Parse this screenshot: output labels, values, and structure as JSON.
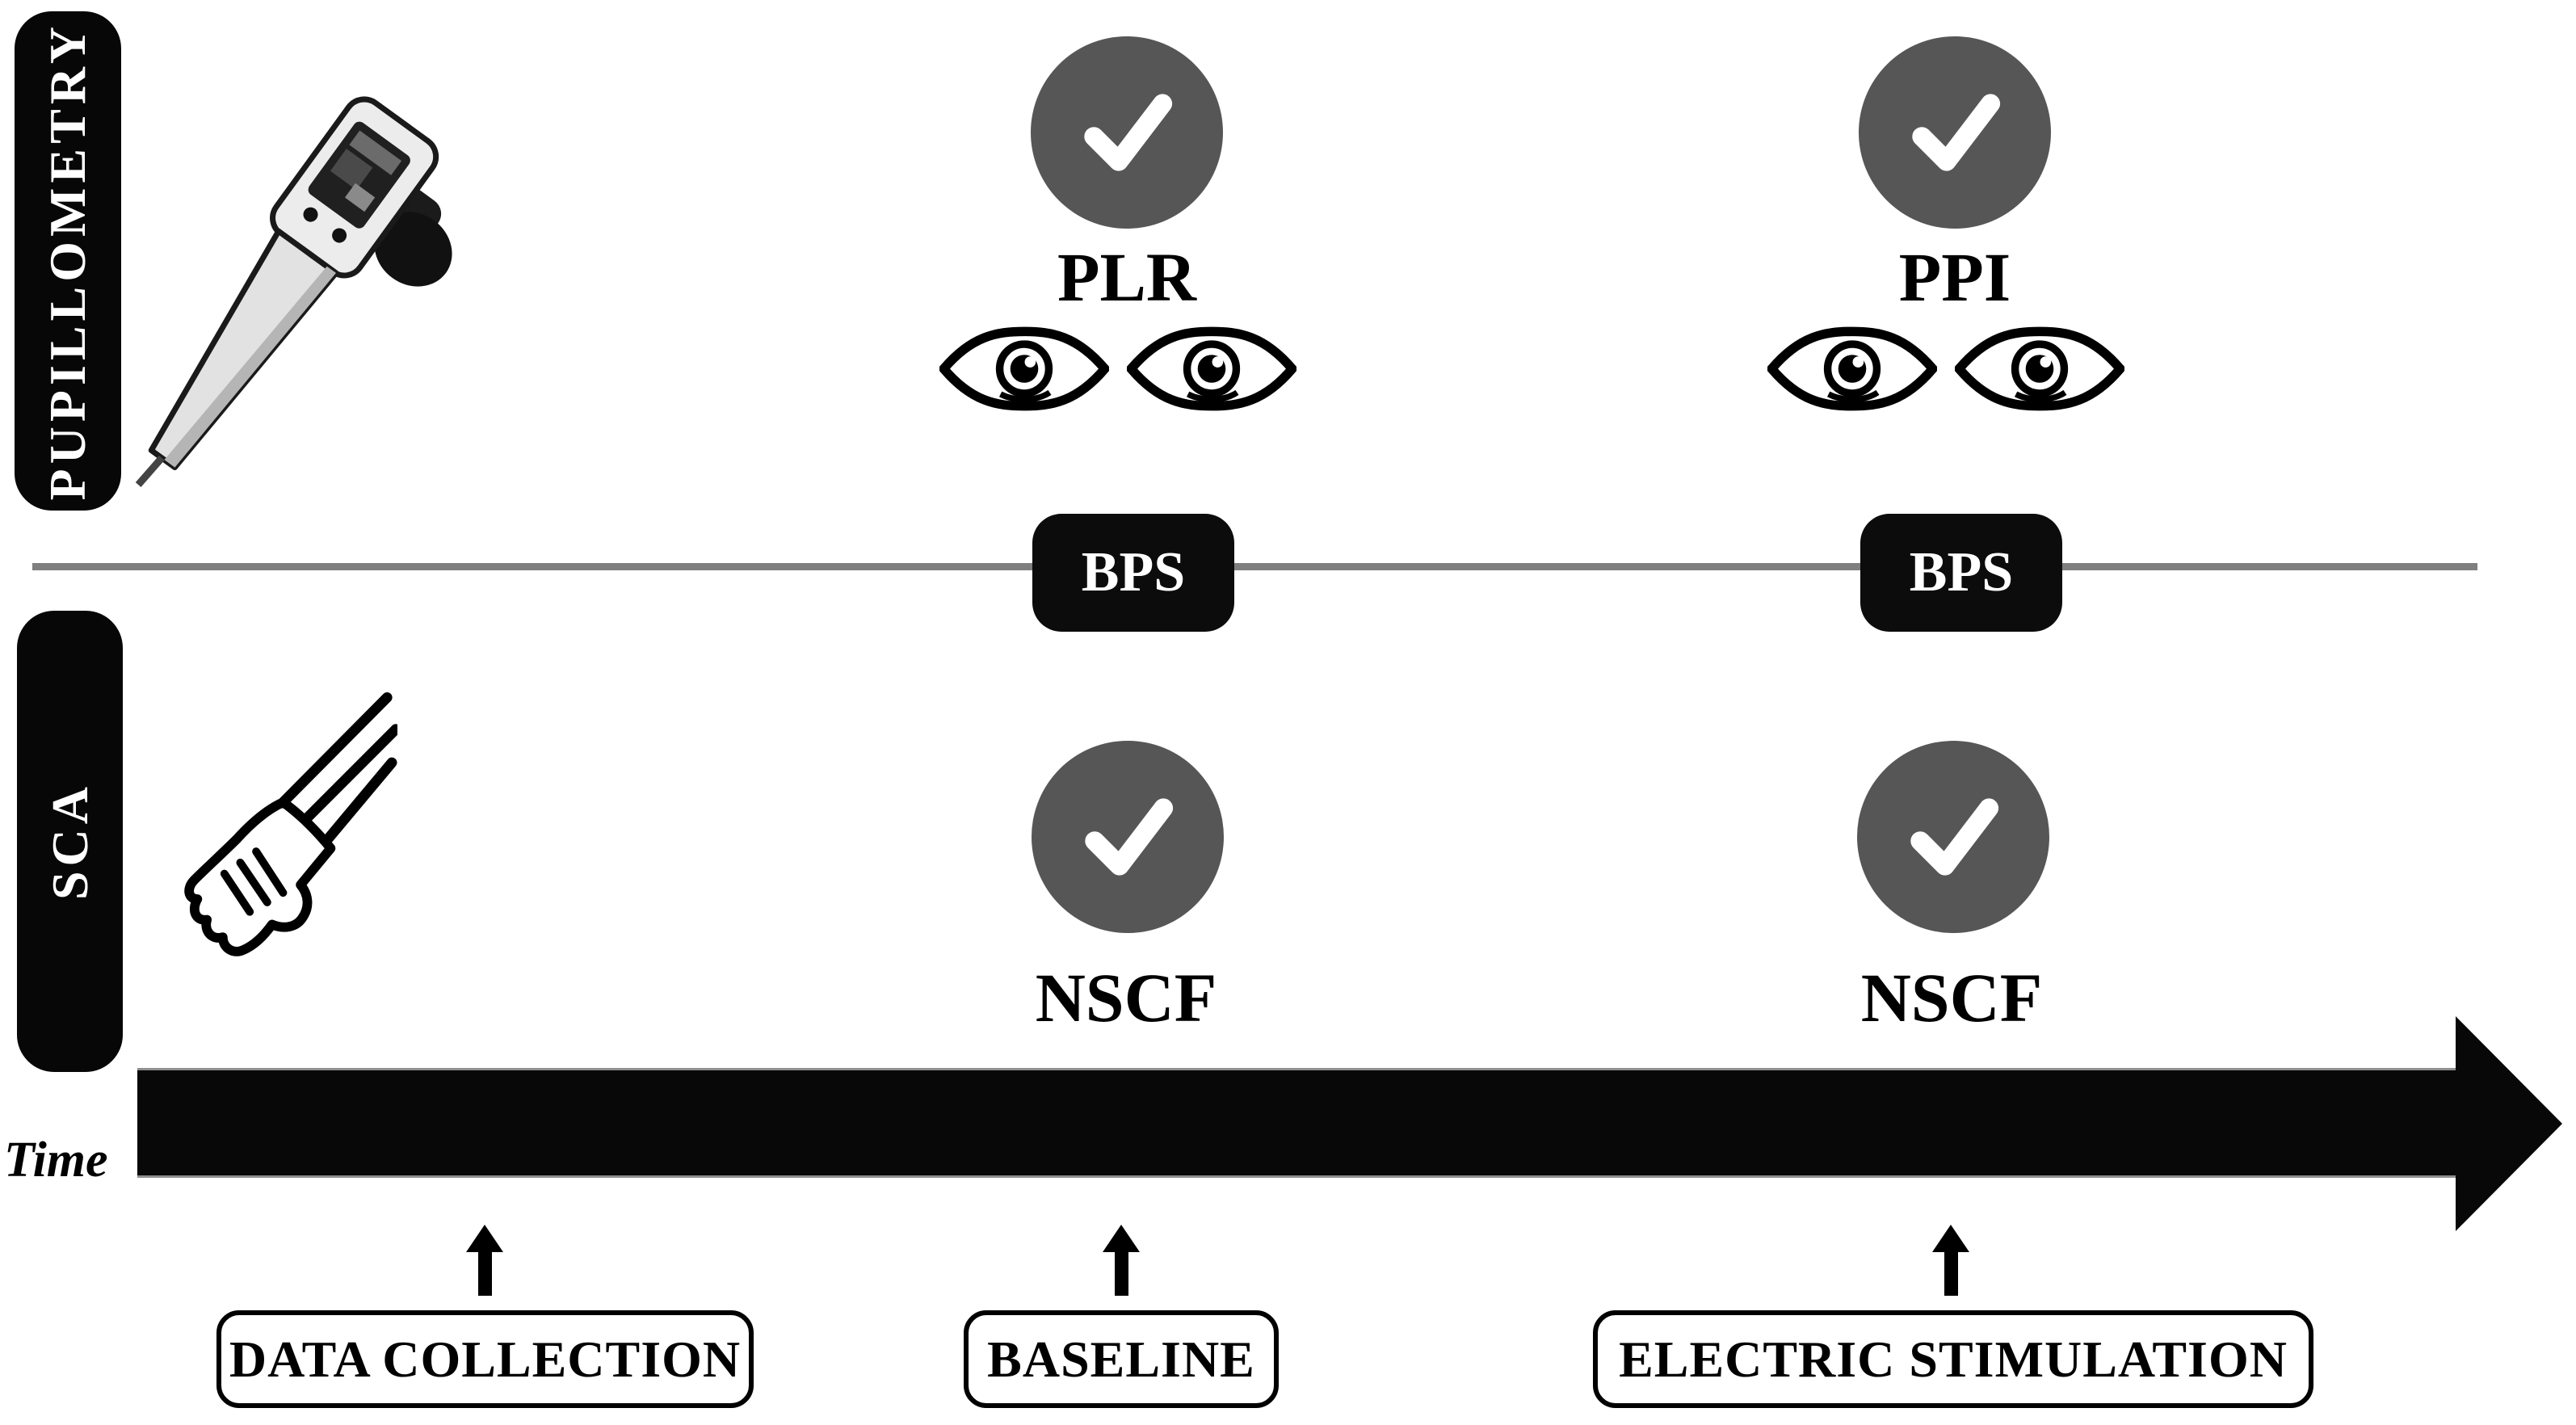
{
  "figure": {
    "background": "#ffffff",
    "rows": [
      {
        "id": "pupillometry",
        "label": "PUPILLOMETRY"
      },
      {
        "id": "sca",
        "label": "SCA"
      }
    ],
    "time_label": "Time"
  },
  "colors": {
    "black": "#080808",
    "check_circle_gray": "#565656",
    "divider_gray": "#7f7f7f",
    "white": "#ffffff"
  },
  "icons": {
    "checkmark": "check-circle-icon",
    "eye": "eye-icon",
    "pupillometer": "handheld-pupillometer-image",
    "hand": "hand-massage-icon",
    "timeline_arrow": "time-right-arrow",
    "event_marker": "up-arrow-icon"
  },
  "measurements": {
    "plr": {
      "label": "PLR"
    },
    "ppi": {
      "label": "PPI"
    },
    "bps": {
      "label": "BPS"
    },
    "nscf": {
      "label": "NSCF"
    }
  },
  "events": [
    {
      "label": "DATA COLLECTION"
    },
    {
      "label": "BASELINE"
    },
    {
      "label": "ELECTRIC STIMULATION"
    }
  ]
}
